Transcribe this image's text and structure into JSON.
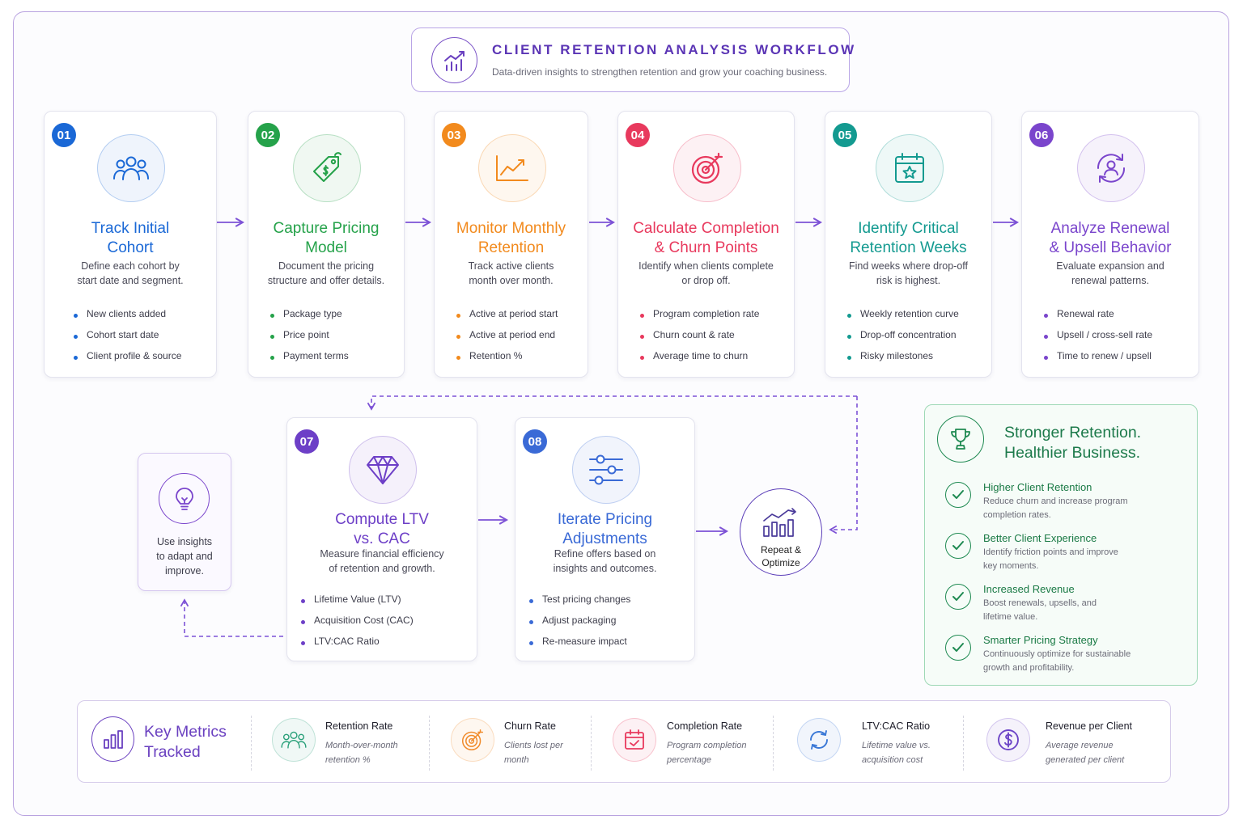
{
  "header": {
    "title": "CLIENT RETENTION ANALYSIS WORKFLOW",
    "subtitle": "Data-driven insights to strengthen retention and grow your coaching business."
  },
  "steps": [
    {
      "num": "01",
      "title_l1": "Track Initial",
      "title_l2": "Cohort",
      "desc_l1": "Define each cohort by",
      "desc_l2": "start date and segment.",
      "bullets": [
        "New clients added",
        "Cohort start date",
        "Client profile & source"
      ],
      "color": "#1a68d6",
      "icon": "users-icon"
    },
    {
      "num": "02",
      "title_l1": "Capture Pricing",
      "title_l2": "Model",
      "desc_l1": "Document the pricing",
      "desc_l2": "structure and offer details.",
      "bullets": [
        "Package type",
        "Price point",
        "Payment terms"
      ],
      "color": "#25a24a",
      "icon": "price-tag-icon"
    },
    {
      "num": "03",
      "title_l1": "Monitor Monthly",
      "title_l2": "Retention",
      "desc_l1": "Track active clients",
      "desc_l2": "month over month.",
      "bullets": [
        "Active at period start",
        "Active at period end",
        "Retention %"
      ],
      "color": "#f28a1d",
      "icon": "line-chart-icon"
    },
    {
      "num": "04",
      "title_l1": "Calculate Completion",
      "title_l2": "& Churn Points",
      "desc_l1": "Identify when clients complete",
      "desc_l2": "or drop off.",
      "bullets": [
        "Program completion rate",
        "Churn count & rate",
        "Average time to churn"
      ],
      "color": "#e8395d",
      "icon": "target-icon"
    },
    {
      "num": "05",
      "title_l1": "Identify Critical",
      "title_l2": "Retention Weeks",
      "desc_l1": "Find weeks where drop-off",
      "desc_l2": "risk is highest.",
      "bullets": [
        "Weekly retention curve",
        "Drop-off concentration",
        "Risky milestones"
      ],
      "color": "#139a90",
      "icon": "calendar-star-icon"
    },
    {
      "num": "06",
      "title_l1": "Analyze Renewal",
      "title_l2": "& Upsell Behavior",
      "desc_l1": "Evaluate expansion and",
      "desc_l2": "renewal patterns.",
      "bullets": [
        "Renewal rate",
        "Upsell / cross-sell rate",
        "Time to renew / upsell"
      ],
      "color": "#7a45cc",
      "icon": "user-refresh-icon"
    },
    {
      "num": "07",
      "title_l1": "Compute LTV",
      "title_l2": "vs. CAC",
      "desc_l1": "Measure financial efficiency",
      "desc_l2": "of retention and growth.",
      "bullets": [
        "Lifetime Value (LTV)",
        "Acquisition Cost (CAC)",
        "LTV:CAC Ratio"
      ],
      "color": "#6d3fc7",
      "icon": "diamond-icon"
    },
    {
      "num": "08",
      "title_l1": "Iterate Pricing",
      "title_l2": "Adjustments",
      "desc_l1": "Refine offers based on",
      "desc_l2": "insights and outcomes.",
      "bullets": [
        "Test pricing changes",
        "Adjust packaging",
        "Re-measure impact"
      ],
      "color": "#3a6ad6",
      "icon": "sliders-icon"
    }
  ],
  "insight": {
    "l1": "Use insights",
    "l2": "to adapt and",
    "l3": "improve.",
    "icon": "lightbulb-icon"
  },
  "repeat": {
    "l1": "Repeat &",
    "l2": "Optimize",
    "icon": "bar-chart-trend-icon"
  },
  "outcome": {
    "title_l1": "Stronger Retention.",
    "title_l2": "Healthier Business.",
    "items": [
      {
        "head": "Higher Client Retention",
        "t1": "Reduce churn and increase program",
        "t2": "completion rates."
      },
      {
        "head": "Better Client Experience",
        "t1": "Identify friction points and improve",
        "t2": "key moments."
      },
      {
        "head": "Increased Revenue",
        "t1": "Boost renewals, upsells, and",
        "t2": "lifetime value."
      },
      {
        "head": "Smarter Pricing Strategy",
        "t1": "Continuously optimize for sustainable",
        "t2": "growth and profitability."
      }
    ]
  },
  "metrics": {
    "title_l1": "Key Metrics",
    "title_l2": "Tracked",
    "items": [
      {
        "head": "Retention Rate",
        "t1": "Month-over-month",
        "t2": "retention %",
        "color": "#2aa07a",
        "icon": "users-icon"
      },
      {
        "head": "Churn Rate",
        "t1": "Clients lost per",
        "t2": "month",
        "color": "#f08a2a",
        "icon": "target-icon"
      },
      {
        "head": "Completion Rate",
        "t1": "Program completion",
        "t2": "percentage",
        "color": "#e8395d",
        "icon": "calendar-check-icon"
      },
      {
        "head": "LTV:CAC Ratio",
        "t1": "Lifetime value vs.",
        "t2": "acquisition cost",
        "color": "#3a78d6",
        "icon": "refresh-icon"
      },
      {
        "head": "Revenue per Client",
        "t1": "Average revenue",
        "t2": "generated per client",
        "color": "#6d45c7",
        "icon": "dollar-icon"
      }
    ]
  }
}
